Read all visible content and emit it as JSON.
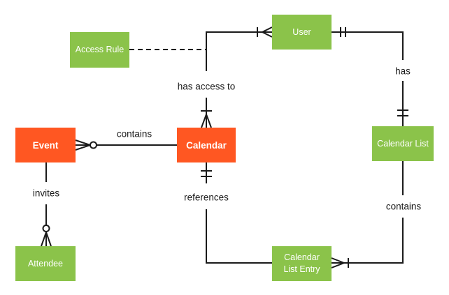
{
  "diagram": {
    "type": "entity-relationship",
    "colors": {
      "entity_primary": "#FF5722",
      "entity_secondary": "#8BC34A",
      "entity_text": "#ffffff",
      "line": "#1a1a1a",
      "label_text": "#1a1a1a",
      "background": "#ffffff"
    },
    "entities": {
      "event": {
        "label": "Event",
        "style": "primary"
      },
      "calendar": {
        "label": "Calendar",
        "style": "primary"
      },
      "access_rule": {
        "label": "Access Rule",
        "style": "secondary"
      },
      "user": {
        "label": "User",
        "style": "secondary"
      },
      "calendar_list": {
        "label": "Calendar List",
        "style": "secondary"
      },
      "calendar_list_entry": {
        "label": "Calendar List Entry",
        "style": "secondary"
      },
      "attendee": {
        "label": "Attendee",
        "style": "secondary"
      }
    },
    "relationships": {
      "event_contains_calendar": {
        "label": "contains",
        "from": "Event",
        "to": "Calendar",
        "event_end": "zero-or-many",
        "line": "solid"
      },
      "calendar_has_access_to_user": {
        "label": "has access to",
        "from": "Calendar",
        "to": "User",
        "calendar_end": "one-or-many",
        "user_end": "one-or-many",
        "line": "solid"
      },
      "user_has_calendar_list": {
        "label": "has",
        "from": "User",
        "to": "Calendar List",
        "user_end": "exactly-one",
        "calendar_list_end": "exactly-one",
        "line": "solid"
      },
      "calendar_list_contains_entry": {
        "label": "contains",
        "from": "Calendar List",
        "to": "Calendar List Entry",
        "entry_end": "one-or-many",
        "line": "solid"
      },
      "entry_references_calendar": {
        "label": "references",
        "from": "Calendar List Entry",
        "to": "Calendar",
        "calendar_end": "exactly-one",
        "line": "solid"
      },
      "event_invites_attendee": {
        "label": "invites",
        "from": "Event",
        "to": "Attendee",
        "attendee_end": "zero-or-many",
        "line": "solid"
      },
      "access_rule_association": {
        "label": "",
        "from": "Access Rule",
        "to": "has access to",
        "line": "dashed"
      }
    }
  }
}
